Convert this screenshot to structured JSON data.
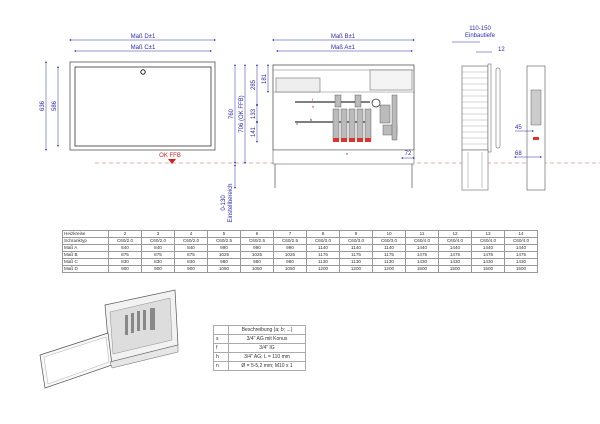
{
  "front_view": {
    "dim_d": "Maß D±1",
    "dim_c": "Maß C±1",
    "height_outer": "636",
    "height_inner": "586",
    "floor_label": "OK FFB"
  },
  "middle_view": {
    "dim_b": "Maß B±1",
    "dim_a": "Maß A±1",
    "h_760": "760",
    "h_706": "706 (OK FFB)",
    "h_285": "285",
    "h_181": "181",
    "h_133": "133",
    "h_141": "141",
    "adjust": "0-130",
    "adjust_label": "Einstellbereich",
    "side_72": "72",
    "marks": {
      "f": "f",
      "h": "h",
      "b": "b",
      "s": "s",
      "e": "e"
    }
  },
  "side_view": {
    "depth": "110-150",
    "depth_label": "Einbautiefe",
    "d12": "12",
    "d45": "45",
    "d68": "68"
  },
  "table": {
    "header_label": "Heizkreise",
    "circuits": [
      "2",
      "3",
      "4",
      "5",
      "6",
      "7",
      "8",
      "9",
      "10",
      "11",
      "12",
      "13",
      "14"
    ],
    "rows": [
      {
        "label": "Schranktyp",
        "values": [
          "C60/2.0",
          "C60/2.0",
          "C60/2.0",
          "C60/2.5",
          "C60/2.5",
          "C60/2.5",
          "C60/3.0",
          "C60/3.0",
          "C60/3.0",
          "C60/4.0",
          "C60/4.0",
          "C60/4.0",
          "C60/4.0"
        ]
      },
      {
        "label": "Maß A",
        "values": [
          "840",
          "840",
          "840",
          "990",
          "990",
          "990",
          "1140",
          "1140",
          "1140",
          "1440",
          "1440",
          "1440",
          "1440"
        ]
      },
      {
        "label": "Maß B",
        "values": [
          "875",
          "875",
          "875",
          "1025",
          "1025",
          "1025",
          "1175",
          "1175",
          "1175",
          "1475",
          "1475",
          "1475",
          "1475"
        ]
      },
      {
        "label": "Maß C",
        "values": [
          "830",
          "830",
          "830",
          "980",
          "980",
          "980",
          "1130",
          "1130",
          "1130",
          "1430",
          "1430",
          "1430",
          "1430"
        ]
      },
      {
        "label": "Maß D",
        "values": [
          "900",
          "900",
          "900",
          "1050",
          "1050",
          "1050",
          "1200",
          "1200",
          "1200",
          "1500",
          "1500",
          "1500",
          "1500"
        ]
      }
    ]
  },
  "legend": {
    "title": "Beschreibung (a; b; ...)",
    "rows": [
      {
        "key": "s",
        "text": "3/4\" AG mit Konus"
      },
      {
        "key": "f",
        "text": "3/4\" IG"
      },
      {
        "key": "h",
        "text": "3/4\" AG; L = 110 mm"
      },
      {
        "key": "n",
        "text": "Ø = 5-5,2 mm; M10 x 1"
      }
    ]
  },
  "colors": {
    "dimension": "#2b2bb0",
    "floor": "#d02020",
    "line": "#555555"
  }
}
